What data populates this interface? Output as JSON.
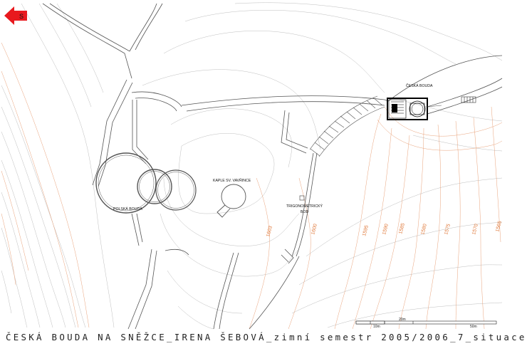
{
  "north_label": "S",
  "labels": {
    "ceska_bouda": "ČESKÁ BOUDA",
    "kaple": "KAPLE SV. VAVŘINCE",
    "polska_bouda": "POLSKÁ BOUDA",
    "trig_line1": "TRIGONOMETRICKÝ",
    "trig_line2": "BOD"
  },
  "elevations": [
    "1603",
    "1600",
    "1595",
    "1590",
    "1585",
    "1580",
    "1575",
    "1570",
    "1565"
  ],
  "scale": {
    "top": "20m",
    "left": "10m",
    "right": "50m"
  },
  "title": "ČESKÁ BOUDA NA SNĚŽCE_IRENA ŠEBOVÁ_zimní semestr 2005/2006_7_situace",
  "colors": {
    "contour": "#e07a3c",
    "linework": "#555555",
    "north_arrow": "#e8191e",
    "building": "#000000"
  }
}
